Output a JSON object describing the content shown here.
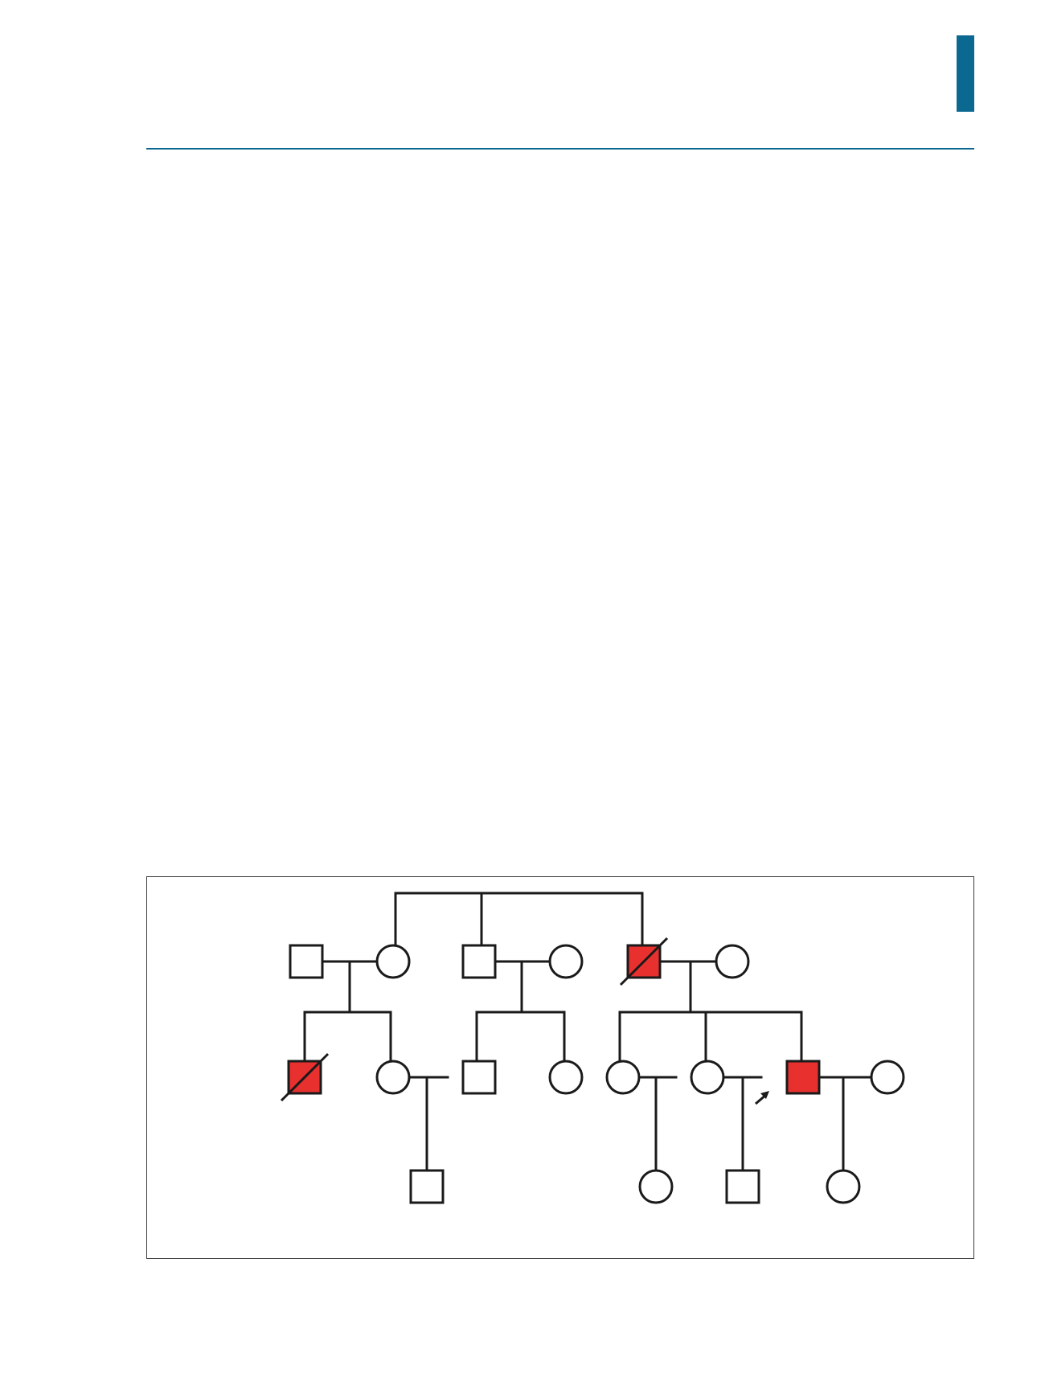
{
  "colors": {
    "accent": "#0a6891",
    "affected": "#e8302f",
    "line": "#1a1a1a",
    "unaffected": "#ffffff"
  },
  "pedigree": {
    "generations": 4,
    "individuals": [
      {
        "id": "II-1",
        "sex": "male",
        "affected": false,
        "deceased": false
      },
      {
        "id": "II-2",
        "sex": "female",
        "affected": false,
        "deceased": false
      },
      {
        "id": "II-3",
        "sex": "male",
        "affected": false,
        "deceased": false
      },
      {
        "id": "II-4",
        "sex": "female",
        "affected": false,
        "deceased": false
      },
      {
        "id": "II-5",
        "sex": "male",
        "affected": true,
        "deceased": true
      },
      {
        "id": "II-6",
        "sex": "female",
        "affected": false,
        "deceased": false
      },
      {
        "id": "III-1",
        "sex": "male",
        "affected": true,
        "deceased": true
      },
      {
        "id": "III-2",
        "sex": "female",
        "affected": false,
        "deceased": false
      },
      {
        "id": "III-3",
        "sex": "male",
        "affected": false,
        "deceased": false
      },
      {
        "id": "III-4",
        "sex": "female",
        "affected": false,
        "deceased": false
      },
      {
        "id": "III-5",
        "sex": "female",
        "affected": false,
        "deceased": false
      },
      {
        "id": "III-6",
        "sex": "female",
        "affected": false,
        "deceased": false
      },
      {
        "id": "III-7",
        "sex": "male",
        "affected": true,
        "deceased": false,
        "proband": true
      },
      {
        "id": "III-8",
        "sex": "female",
        "affected": false,
        "deceased": false
      },
      {
        "id": "IV-1",
        "sex": "male",
        "affected": false,
        "deceased": false
      },
      {
        "id": "IV-2",
        "sex": "female",
        "affected": false,
        "deceased": false
      },
      {
        "id": "IV-3",
        "sex": "male",
        "affected": false,
        "deceased": false
      },
      {
        "id": "IV-4",
        "sex": "female",
        "affected": false,
        "deceased": false
      }
    ]
  }
}
